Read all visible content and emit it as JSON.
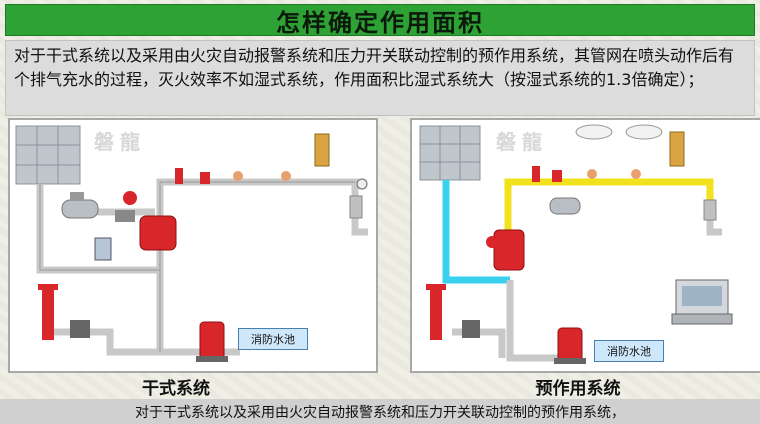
{
  "title": "怎样确定作用面积",
  "description": "对于干式系统以及采用由火灾自动报警系统和压力开关联动控制的预作用系统，其管网在喷头动作后有个排气充水的过程，灭火效率不如湿式系统，作用面积比湿式系统大（按湿式系统的1.3倍确定）；",
  "left_panel": {
    "caption": "干式系统",
    "tank_label": "消防水池",
    "watermark": "磐龍"
  },
  "right_panel": {
    "caption": "预作用系统",
    "tank_label": "消防水池",
    "watermark": "磐龍"
  },
  "footer": "对于干式系统以及采用由火灾自动报警系统和压力开关联动控制的预作用系统，",
  "colors": {
    "title_bg": "#2fa236",
    "pipe": "#c8c8c8",
    "air_pipe": "#f2e21e",
    "water_pipe": "#3ad0f0",
    "valve_red": "#d8262b",
    "tank_fill": "#cfe7fb"
  },
  "icons": [
    "water-tank-icon",
    "air-compressor-icon",
    "dry-pipe-valve-icon",
    "sprinkler-head-icon",
    "pump-icon",
    "smoke-detector-icon",
    "control-panel-icon",
    "fire-hydrant-icon"
  ]
}
